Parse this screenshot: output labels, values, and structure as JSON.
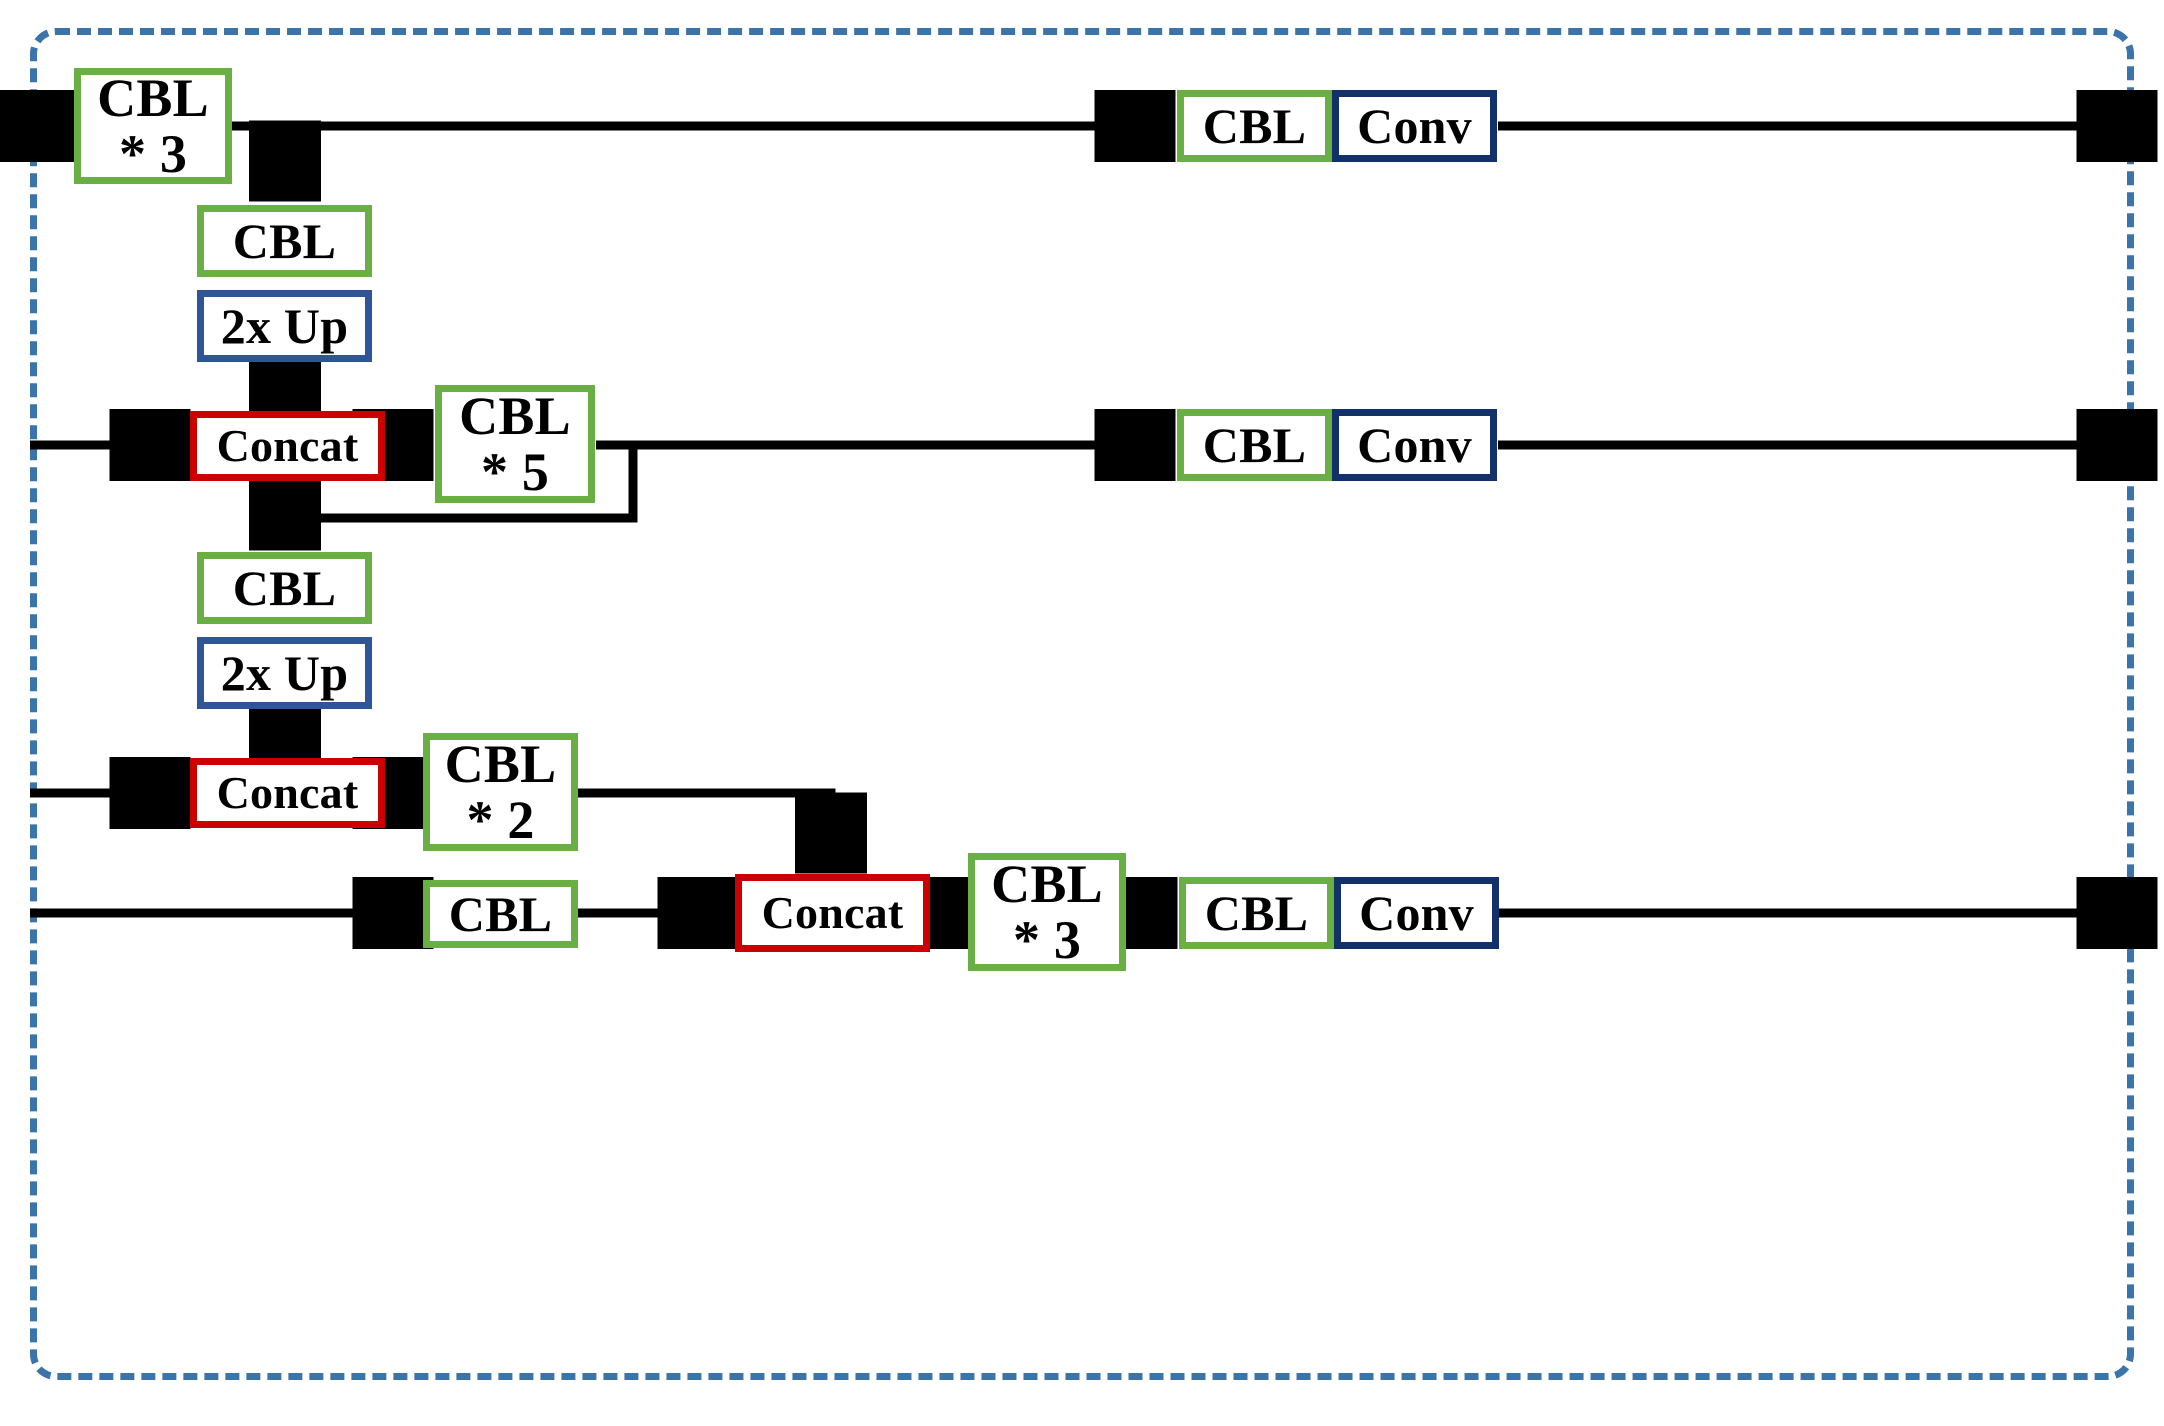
{
  "figure": {
    "title": "Neck / feature-pyramid detection head block diagram",
    "container_style": "dashed rounded rectangle"
  },
  "colors": {
    "cbl_border": "#6aaf43",
    "upsample_border": "#2f5597",
    "conv_border": "#12306a",
    "concat_border": "#cc0000",
    "frame_border": "#3b74a8",
    "wire": "#000000",
    "background": "#ffffff"
  },
  "nodes": {
    "cbl_x3_top": {
      "label": "CBL\n* 3",
      "type": "cbl",
      "repeat": "* 3"
    },
    "cbl_mid_top": {
      "label": "CBL",
      "type": "cbl"
    },
    "up_top": {
      "label": "2x Up",
      "type": "upsample"
    },
    "concat_top": {
      "label": "Concat",
      "type": "concat"
    },
    "cbl_x5": {
      "label": "CBL\n* 5",
      "type": "cbl",
      "repeat": "* 5"
    },
    "cbl_mid_bottom": {
      "label": "CBL",
      "type": "cbl"
    },
    "up_bottom": {
      "label": "2x Up",
      "type": "upsample"
    },
    "concat_mid": {
      "label": "Concat",
      "type": "concat"
    },
    "cbl_x2": {
      "label": "CBL\n* 2",
      "type": "cbl",
      "repeat": "* 2"
    },
    "cbl_down": {
      "label": "CBL",
      "type": "cbl"
    },
    "concat_bottom": {
      "label": "Concat",
      "type": "concat"
    },
    "cbl_x3_bottom": {
      "label": "CBL\n* 3",
      "type": "cbl",
      "repeat": "* 3"
    },
    "head1_cbl": {
      "label": "CBL",
      "type": "cbl"
    },
    "head1_conv": {
      "label": "Conv",
      "type": "conv"
    },
    "head2_cbl": {
      "label": "CBL",
      "type": "cbl"
    },
    "head2_conv": {
      "label": "Conv",
      "type": "conv"
    },
    "head3_cbl": {
      "label": "CBL",
      "type": "cbl"
    },
    "head3_conv": {
      "label": "Conv",
      "type": "conv"
    }
  },
  "legend_terms": {
    "cbl": "CBL",
    "conv": "Conv",
    "concat": "Concat",
    "upsample": "2x Up"
  }
}
